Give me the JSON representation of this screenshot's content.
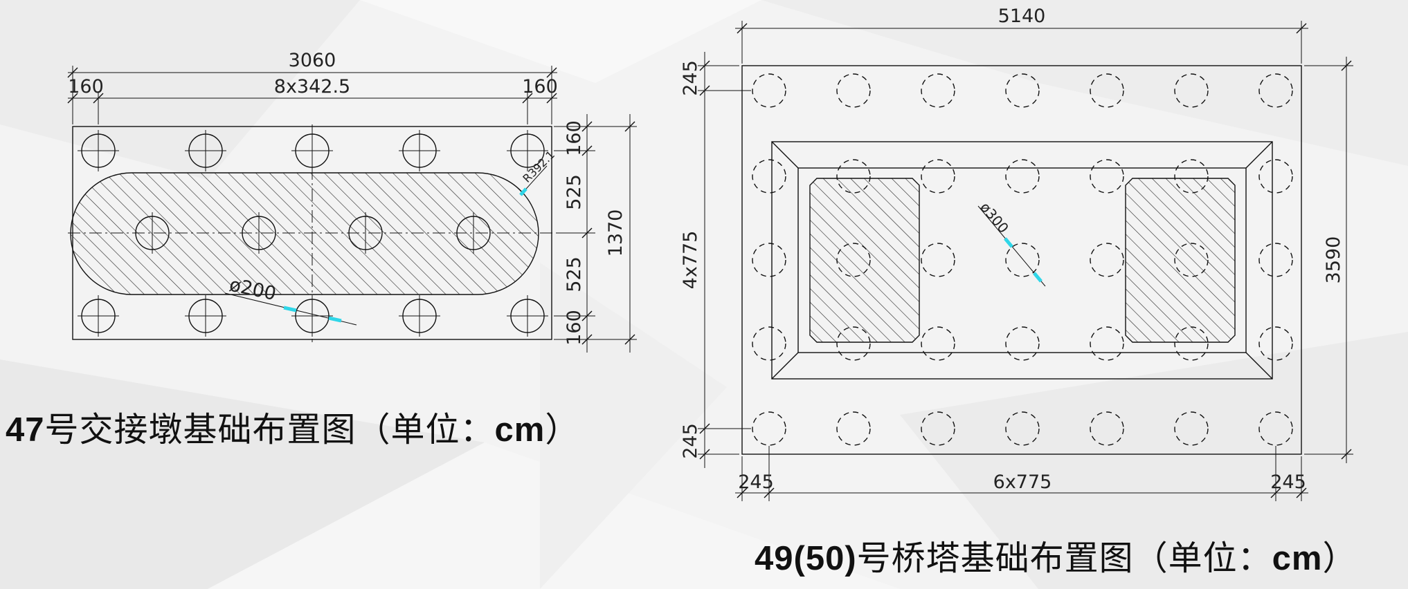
{
  "left_diagram": {
    "caption_prefix": "47",
    "caption_text": "号交接墩基础布置图（单位：",
    "caption_unit": "cm",
    "caption_close": "）",
    "dims": {
      "total_width": "3060",
      "pile_spacing": "8x342.5",
      "edge_left": "160",
      "edge_right": "160",
      "edge_top": "160",
      "half_top": "525",
      "total_height": "1370",
      "half_bottom": "525",
      "edge_bottom": "160"
    },
    "radius_label": "R392.1",
    "diameter_label": "ø200"
  },
  "right_diagram": {
    "caption_prefix": "49(50)",
    "caption_text": "号桥塔基础布置图（单位：",
    "caption_unit": "cm",
    "caption_close": "）",
    "dims": {
      "total_width": "5140",
      "edge_top": "245",
      "rows_spacing": "4x775",
      "edge_bottom": "245",
      "total_height": "3590",
      "edge_left": "245",
      "cols_spacing": "6x775",
      "edge_right": "245"
    },
    "diameter_label": "ø300"
  },
  "colors": {
    "line": "#111111",
    "accent": "#2fd6e8",
    "background": "#f2f2f2"
  }
}
